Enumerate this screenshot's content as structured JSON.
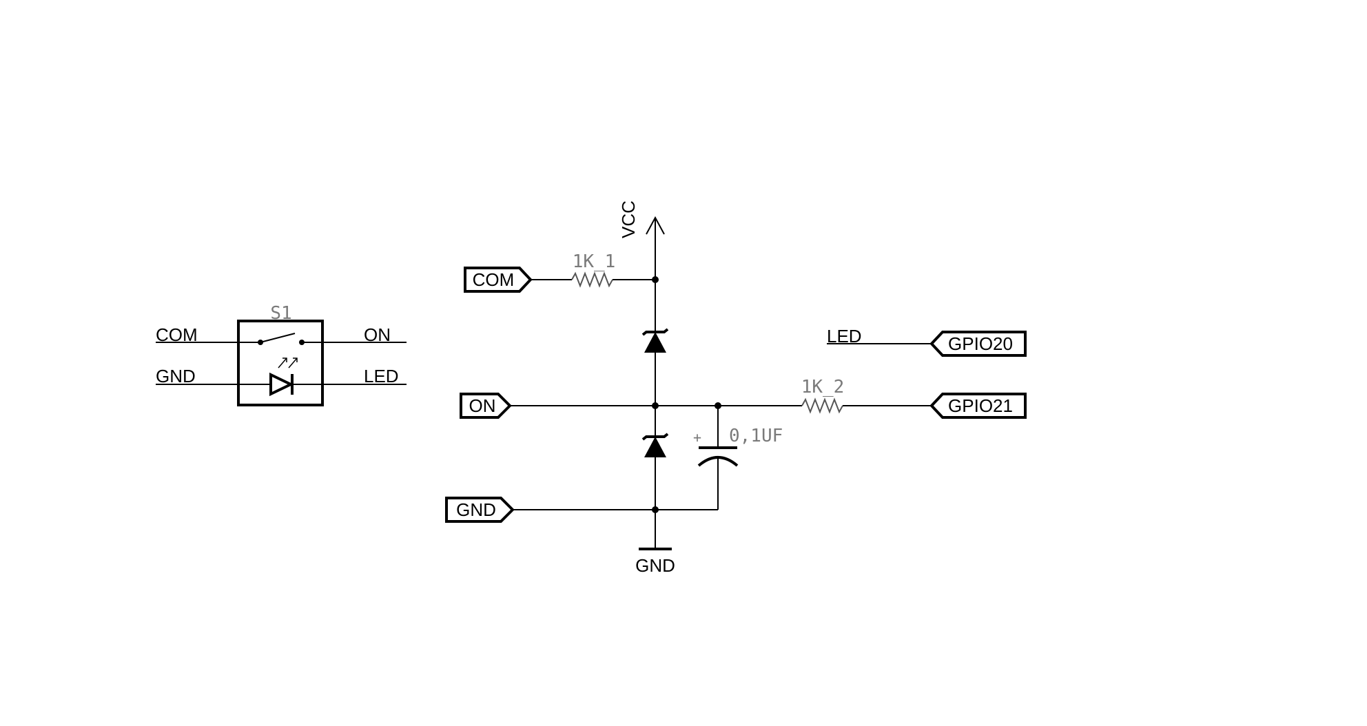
{
  "symbol": {
    "ref": "S1",
    "pins": {
      "com": "COM",
      "gnd": "GND",
      "on": "ON",
      "led": "LED"
    }
  },
  "ports": {
    "com": "COM",
    "on": "ON",
    "gnd": "GND",
    "gpio20": "GPIO20",
    "gpio21": "GPIO21"
  },
  "power": {
    "vcc": "VCC",
    "gnd": "GND"
  },
  "components": {
    "r1": "1K_1",
    "r2": "1K_2",
    "cap": "0,1UF",
    "cap_polarity": "+"
  },
  "nets": {
    "led": "LED"
  },
  "colors": {
    "wire": "#000000",
    "value_text": "#7a7a7a",
    "background": "#ffffff"
  }
}
